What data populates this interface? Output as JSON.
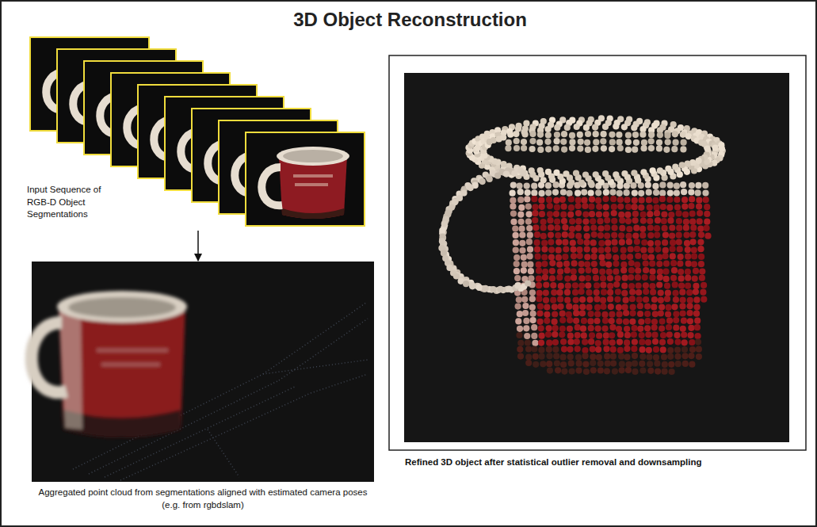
{
  "diagram": {
    "title": "3D Object Reconstruction",
    "nodes": [
      {
        "text": [
          "Input Sequence of RGB-D Object Segmentations"
        ]
      },
      {
        "text": [
          "Aggregated point cloud from segmentations aligned with estimated camera poses (e.g. from rgbdslam)"
        ]
      },
      {
        "text": [
          "Refined 3D object after statistical outlier removal and downsampling"
        ]
      }
    ],
    "edges": [
      {
        "from": 0,
        "to": 1,
        "arrow": "to"
      }
    ]
  }
}
